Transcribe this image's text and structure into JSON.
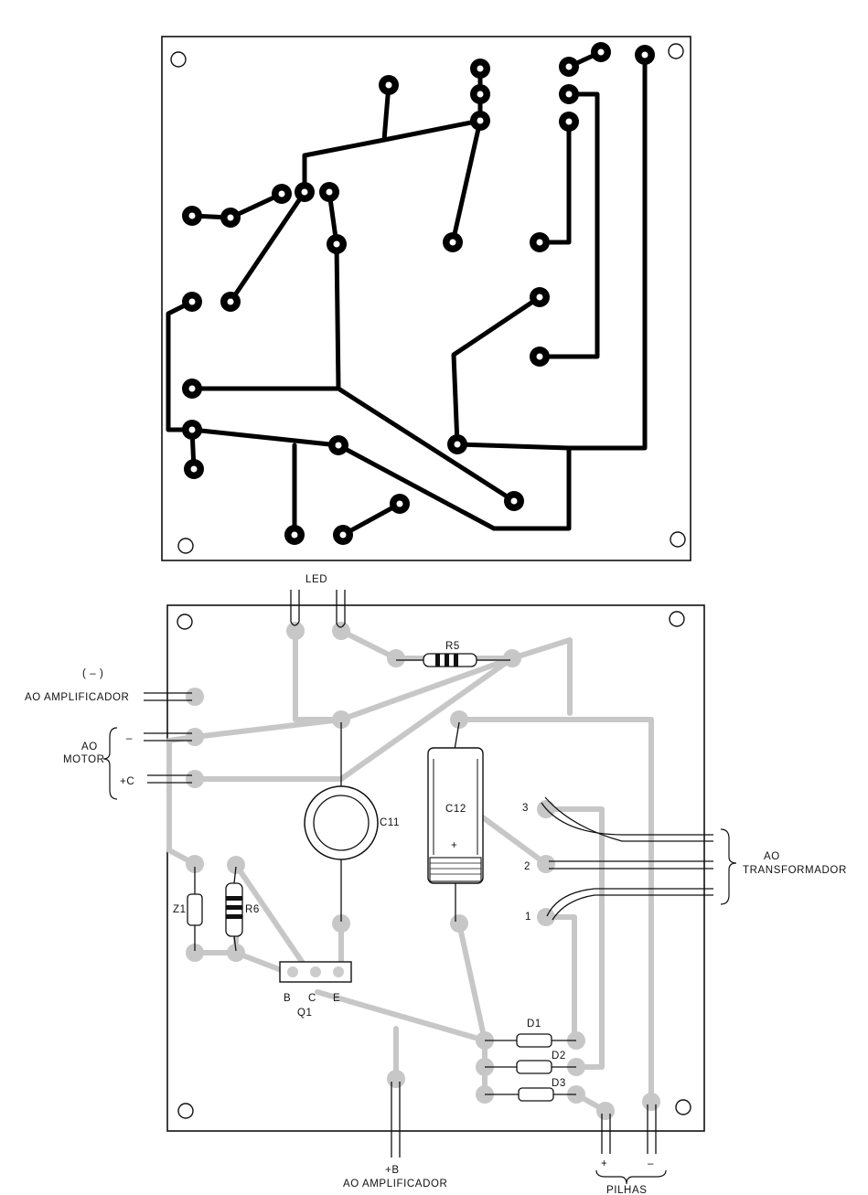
{
  "labels": {
    "led": "LED",
    "minus_paren": "( – )",
    "ao_amplificador_top": "AO  AMPLIFICADOR",
    "ao_motor_line1": "AO",
    "ao_motor_line2": "MOTOR",
    "motor_minus": "–",
    "motor_plus_c": "+C",
    "r5": "R5",
    "c11": "C11",
    "c12": "C12",
    "c12_plus": "+",
    "z1": "Z1",
    "r6": "R6",
    "q1": "Q1",
    "q1_b": "B",
    "q1_c": "C",
    "q1_e": "E",
    "tr_3": "3",
    "tr_2": "2",
    "tr_1": "1",
    "ao_transformador_line1": "AO",
    "ao_transformador_line2": "TRANSFORMADOR",
    "d1": "D1",
    "d2": "D2",
    "d3": "D3",
    "plus_b": "+B",
    "ao_amplificador_bottom": "AO AMPLIFICADOR",
    "pilhas_plus": "+",
    "pilhas_minus": "–",
    "pilhas": "PILHAS"
  }
}
